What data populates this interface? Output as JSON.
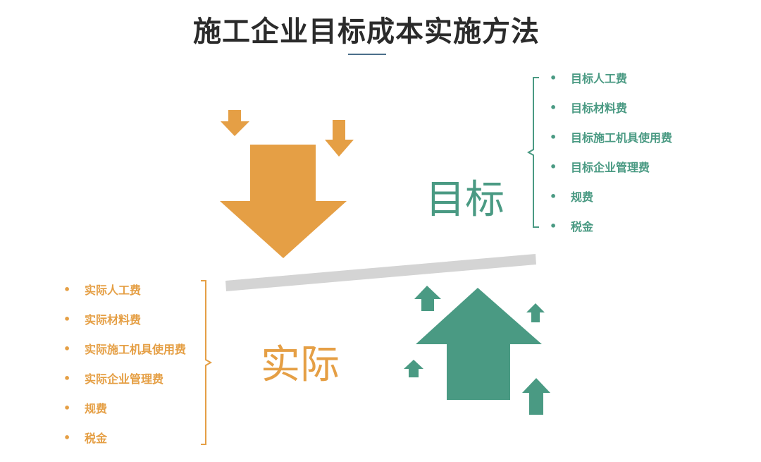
{
  "title": "施工企业目标成本实施方法",
  "target": {
    "label": "目标",
    "items": [
      "目标人工费",
      "目标材料费",
      "目标施工机具使用费",
      "目标企业管理费",
      "规费",
      "税金"
    ]
  },
  "actual": {
    "label": "实际",
    "items": [
      "实际人工费",
      "实际材料费",
      "实际施工机具使用费",
      "实际企业管理费",
      "规费",
      "税金"
    ]
  },
  "colors": {
    "target": "#4a9a83",
    "actual": "#e59f45",
    "beam": "#d4d4d4",
    "title": "#2b2b2b"
  }
}
